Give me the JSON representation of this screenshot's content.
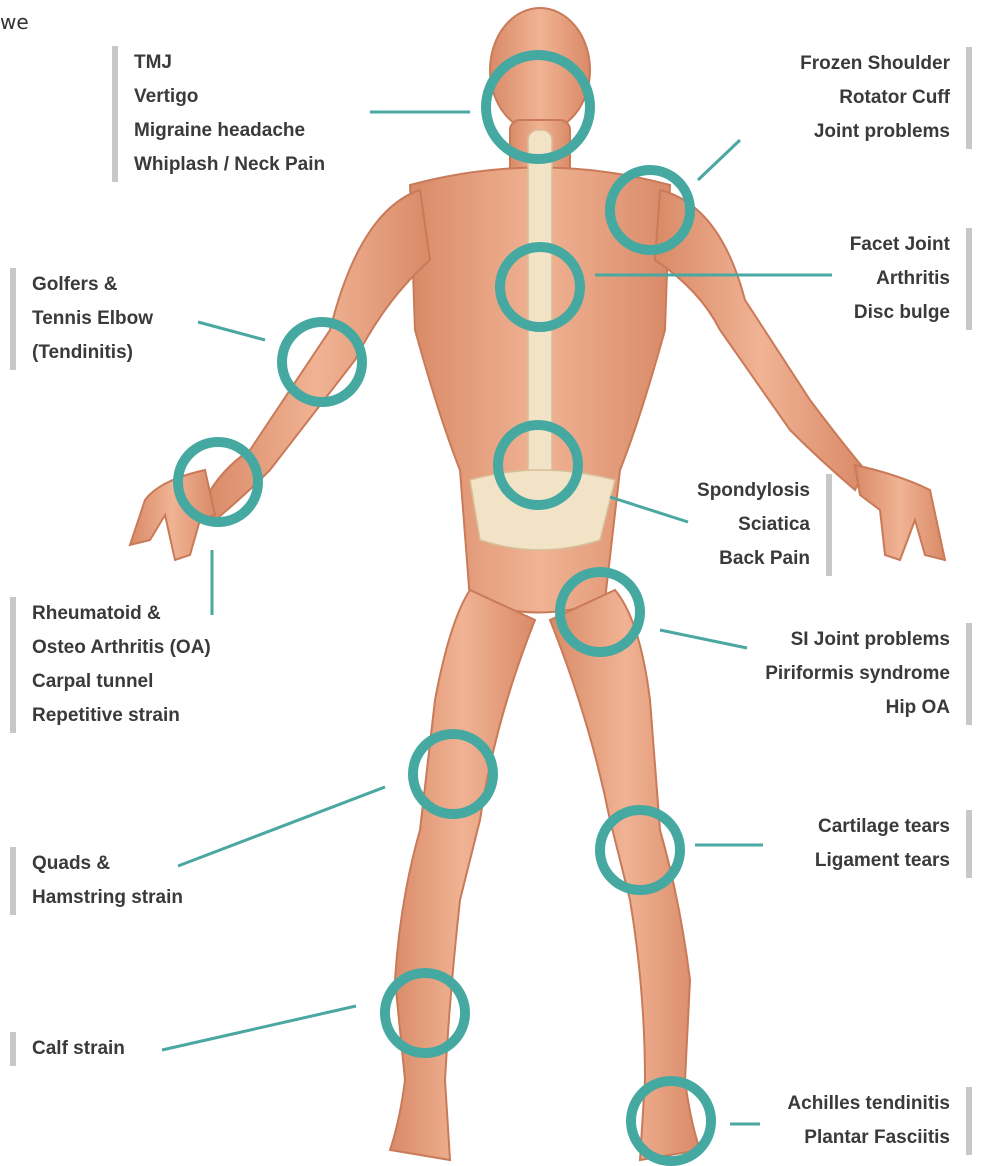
{
  "corner_fragment": "we",
  "colors": {
    "ring": "#45a9a1",
    "connector": "#4aa7a1",
    "bar": "#c7c7c7",
    "text": "#3a3a3a",
    "muscle": "#e9a482",
    "bone": "#f2e3c6"
  },
  "groups": {
    "head": [
      "TMJ",
      "Vertigo",
      "Migraine headache",
      "Whiplash / Neck Pain"
    ],
    "shoulder": [
      "Frozen Shoulder",
      "Rotator Cuff",
      "Joint problems"
    ],
    "upper_back": [
      "Facet Joint",
      "Arthritis",
      "Disc bulge"
    ],
    "elbow": [
      "Golfers &",
      "Tennis Elbow",
      "(Tendinitis)"
    ],
    "lower_back": [
      "Spondylosis",
      "Sciatica",
      "Back Pain"
    ],
    "wrist": [
      "Rheumatoid &",
      "Osteo Arthritis (OA)",
      "Carpal tunnel",
      "Repetitive strain"
    ],
    "hip": [
      "SI Joint problems",
      "Piriformis syndrome",
      "Hip OA"
    ],
    "knee": [
      "Cartilage tears",
      "Ligament tears"
    ],
    "thigh": [
      "Quads &",
      "Hamstring strain"
    ],
    "calf": [
      "Calf strain"
    ],
    "ankle": [
      "Achilles tendinitis",
      "Plantar Fasciitis"
    ]
  }
}
